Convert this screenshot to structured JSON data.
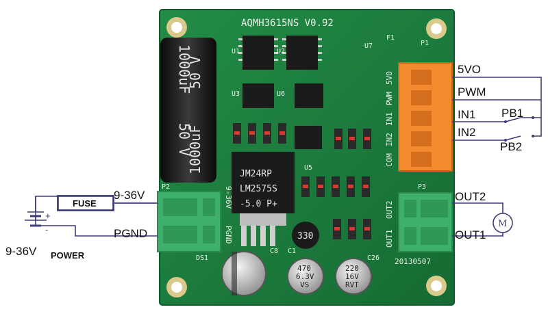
{
  "board": {
    "title": "AQMH3615NS V0.92",
    "date_code": "20130507",
    "refs": {
      "u1": "U1",
      "u2": "U2",
      "u3": "U3",
      "u5": "U5",
      "u6": "U6",
      "u7": "U7",
      "p1": "P1",
      "p2": "P2",
      "p3": "P3",
      "f1": "F1",
      "c8": "C8",
      "c26": "C26",
      "ds1": "DS1",
      "c1": "C1"
    },
    "terminal_silk_right": [
      "5VO",
      "PWM",
      "IN1",
      "IN2",
      "COM"
    ],
    "terminal_silk_power": [
      "9-36V",
      "PGND"
    ],
    "terminal_silk_out": [
      "OUT2",
      "OUT1"
    ]
  },
  "capacitor_big": {
    "line1": "1000uF",
    "line2": "50 V"
  },
  "regulator": {
    "line1": "JM24RP",
    "line2": "LM2575S",
    "line3": "-5.0 P+"
  },
  "inductor": {
    "label": "330"
  },
  "small_caps": [
    {
      "line1": "470",
      "line2": "6.3V",
      "line3": "VS"
    },
    {
      "line1": "220",
      "line2": "16V",
      "line3": "RVT"
    }
  ],
  "wiring": {
    "fuse": "FUSE",
    "supply_left": "9-36V",
    "power": "POWER",
    "power_terminal": "9-36V",
    "pgnd": "PGND",
    "pin_5vo": "5VO",
    "pin_pwm": "PWM",
    "pin_in1": "IN1",
    "pin_in2": "IN2",
    "pb1": "PB1",
    "pb2": "PB2",
    "out2": "OUT2",
    "out1": "OUT1",
    "motor": "M",
    "battery_plus": "+",
    "battery_minus": "-"
  },
  "colors": {
    "pcb": "#1a7a3c",
    "pcb_edge": "#0f5c2a",
    "terminal_orange": "#f28a2e",
    "terminal_green": "#3fb06b",
    "wire": "#3d3a78",
    "ic_black": "#1b1b1b"
  }
}
